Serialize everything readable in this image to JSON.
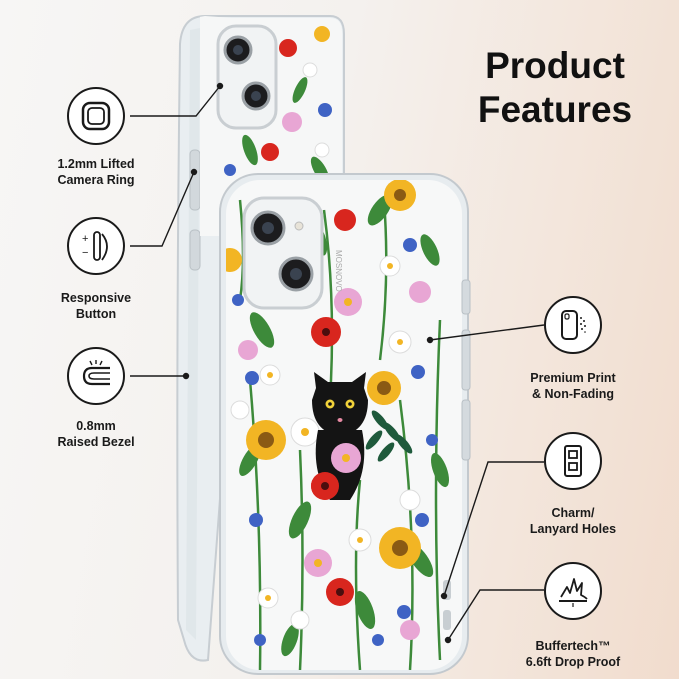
{
  "header": {
    "line1": "Product",
    "line2": "Features"
  },
  "features": [
    {
      "id": "camera-ring",
      "line1": "1.2mm Lifted",
      "line2": "Camera Ring",
      "icon": "camera-ring-icon"
    },
    {
      "id": "button",
      "line1": "Responsive",
      "line2": "Button",
      "icon": "button-icon"
    },
    {
      "id": "bezel",
      "line1": "0.8mm",
      "line2": "Raised Bezel",
      "icon": "bezel-icon"
    },
    {
      "id": "print",
      "line1": "Premium Print",
      "line2": "& Non-Fading",
      "icon": "print-icon"
    },
    {
      "id": "holes",
      "line1": "Charm/",
      "line2": "Lanyard Holes",
      "icon": "lanyard-holes-icon"
    },
    {
      "id": "drop",
      "line1": "Buffertech™",
      "line2": "6.6ft Drop Proof",
      "icon": "drop-proof-icon"
    }
  ],
  "brand": {
    "logo_text": "MOSNOVO"
  },
  "colors": {
    "accent": "#1a1a1a",
    "cat": "#141414",
    "leaf": "#3d8a3a",
    "sunflower": "#f2b524",
    "poppy": "#d8261e",
    "lilac": "#e8a6d4",
    "cornflower": "#3f63c4"
  }
}
